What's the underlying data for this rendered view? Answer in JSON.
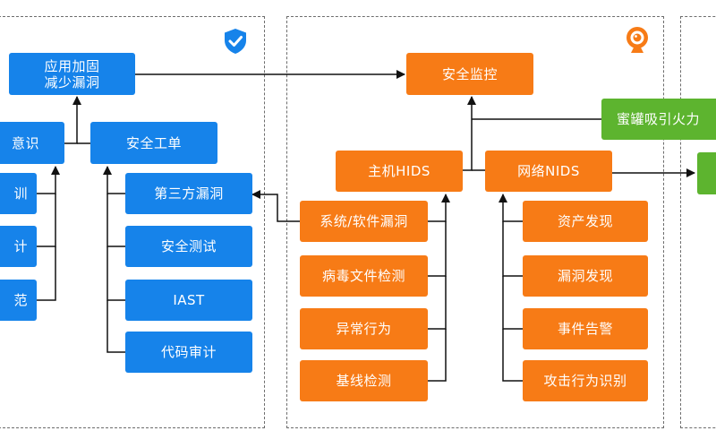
{
  "colors": {
    "blue": "#1683ea",
    "orange": "#f77b16",
    "green": "#5db42f",
    "line": "#111111",
    "panel_border": "#6d6d6d"
  },
  "left_panel": {
    "icon": "shield-check-icon",
    "app_hardening": {
      "line1": "应用加固",
      "line2": "减少漏洞"
    },
    "security_awareness": "意识",
    "security_ticket": "安全工单",
    "partial_items": [
      "训",
      "计",
      "范"
    ],
    "ticket_children": [
      "第三方漏洞",
      "安全测试",
      "IAST",
      "代码审计"
    ]
  },
  "middle_panel": {
    "icon": "webcam-icon",
    "security_monitoring": "安全监控",
    "honeypot": "蜜罐吸引火力",
    "hids": "主机HIDS",
    "nids": "网络NIDS",
    "hids_children": [
      "系统/软件漏洞",
      "病毒文件检测",
      "异常行为",
      "基线检测"
    ],
    "nids_children": [
      "资产发现",
      "漏洞发现",
      "事件告警",
      "攻击行为识别"
    ]
  }
}
